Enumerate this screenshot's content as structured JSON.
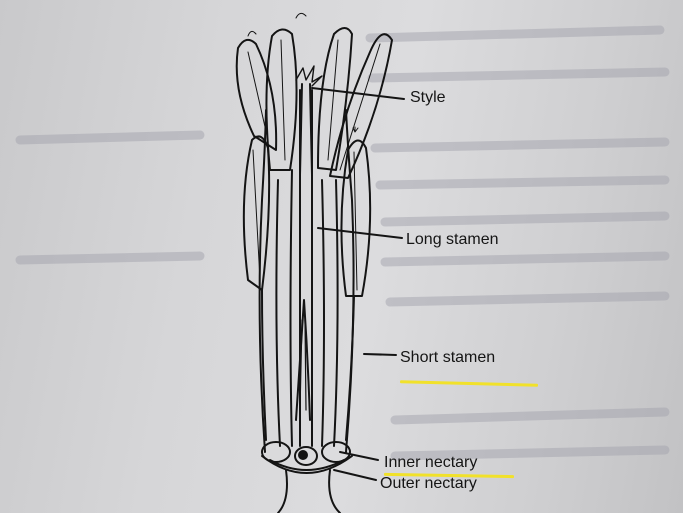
{
  "diagram": {
    "labels": {
      "style": "Style",
      "long_stamen": "Long stamen",
      "short_stamen": "Short stamen",
      "inner_nectary": "Inner nectary",
      "outer_nectary": "Outer nectary"
    },
    "highlight_color": "#f1e12a"
  }
}
